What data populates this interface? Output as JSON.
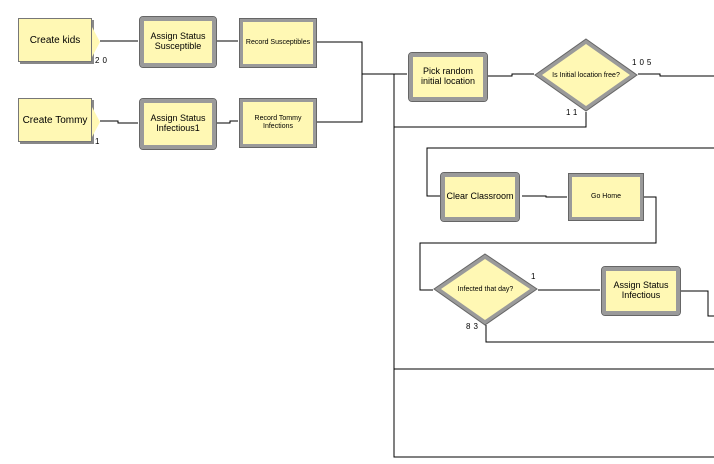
{
  "modules": {
    "create_kids": "Create kids",
    "create_tommy": "Create Tommy",
    "assign_susceptible_line1": "Assign Status",
    "assign_susceptible_line2": "Susceptible",
    "assign_infectious1_line1": "Assign Status",
    "assign_infectious1_line2": "Infectious1",
    "record_susceptibles": "Record Susceptibles",
    "record_tommy_line1": "Record Tommy",
    "record_tommy_line2": "Infections",
    "pick_random_line1": "Pick random",
    "pick_random_line2": "initial location",
    "initial_location_free": "Is Initial location free?",
    "clear_classroom": "Clear Classroom",
    "go_home": "Go Home",
    "infected_that_day": "Infected that day?",
    "assign_infectious_line1": "Assign Status",
    "assign_infectious_line2": "Infectious"
  },
  "counts": {
    "create_kids": "20",
    "create_tommy": "1",
    "location_free_true": "105",
    "location_free_false": "11",
    "infected_true": "1",
    "infected_false": "83"
  },
  "colors": {
    "module_fill": "#fff8b4",
    "module_border": "#9a9a9a",
    "connector": "#000000"
  }
}
